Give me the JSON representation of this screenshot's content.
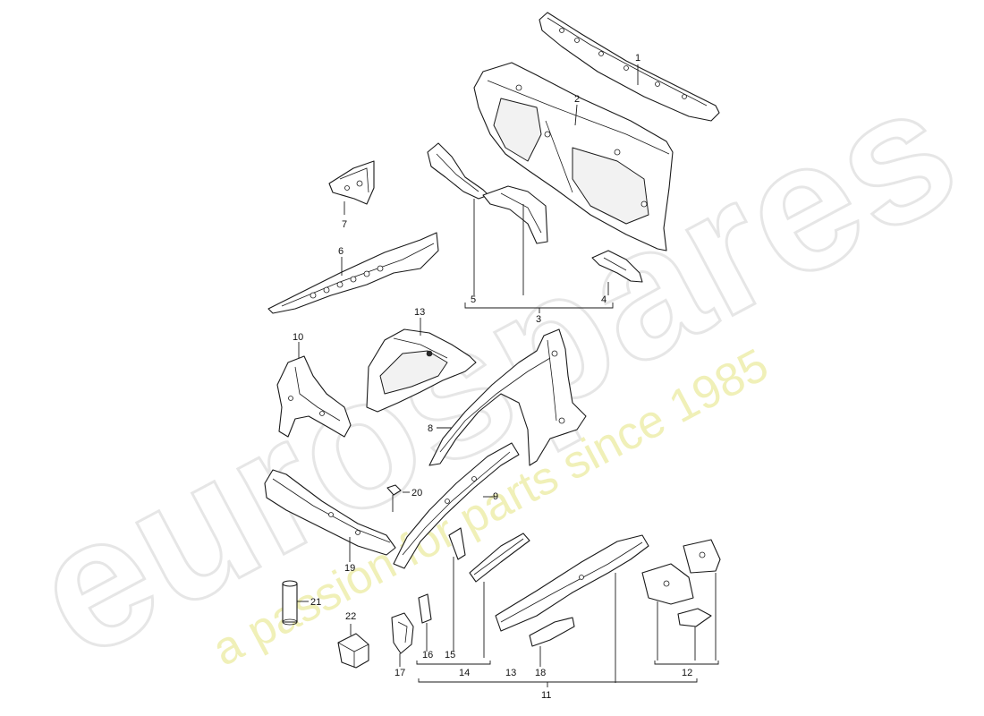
{
  "watermark": {
    "brand": "eurospares",
    "tagline": "a passion for parts since 1985"
  },
  "callouts": [
    {
      "id": "1",
      "label": "1"
    },
    {
      "id": "2",
      "label": "2"
    },
    {
      "id": "3",
      "label": "3"
    },
    {
      "id": "4",
      "label": "4"
    },
    {
      "id": "5",
      "label": "5"
    },
    {
      "id": "6",
      "label": "6"
    },
    {
      "id": "7",
      "label": "7"
    },
    {
      "id": "8",
      "label": "8"
    },
    {
      "id": "9",
      "label": "9"
    },
    {
      "id": "10",
      "label": "10"
    },
    {
      "id": "11",
      "label": "11"
    },
    {
      "id": "12",
      "label": "12"
    },
    {
      "id": "13a",
      "label": "13"
    },
    {
      "id": "13b",
      "label": "13"
    },
    {
      "id": "14",
      "label": "14"
    },
    {
      "id": "15",
      "label": "15"
    },
    {
      "id": "16",
      "label": "16"
    },
    {
      "id": "17",
      "label": "17"
    },
    {
      "id": "18",
      "label": "18"
    },
    {
      "id": "19",
      "label": "19"
    },
    {
      "id": "20",
      "label": "20"
    },
    {
      "id": "21",
      "label": "21"
    },
    {
      "id": "22",
      "label": "22"
    }
  ],
  "colors": {
    "line": "#1a1a1a",
    "watermark_grey": "#e9e9e9",
    "watermark_yellow": "#efefb0"
  }
}
